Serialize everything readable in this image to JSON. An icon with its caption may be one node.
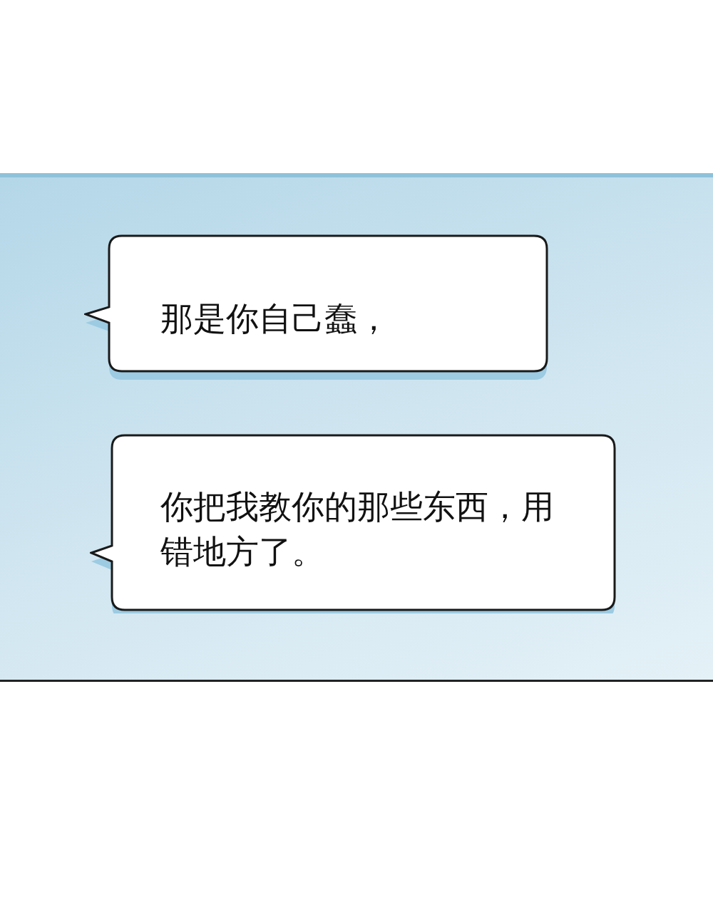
{
  "diagram": {
    "nodes": [
      {
        "text": [],
        "shape": "box"
      },
      {
        "text": [
          "那是你自己蠢，"
        ],
        "in": 0
      },
      {
        "text": [
          "你把我教你的那些东西，用错地方了。"
        ],
        "in": 0
      }
    ]
  }
}
